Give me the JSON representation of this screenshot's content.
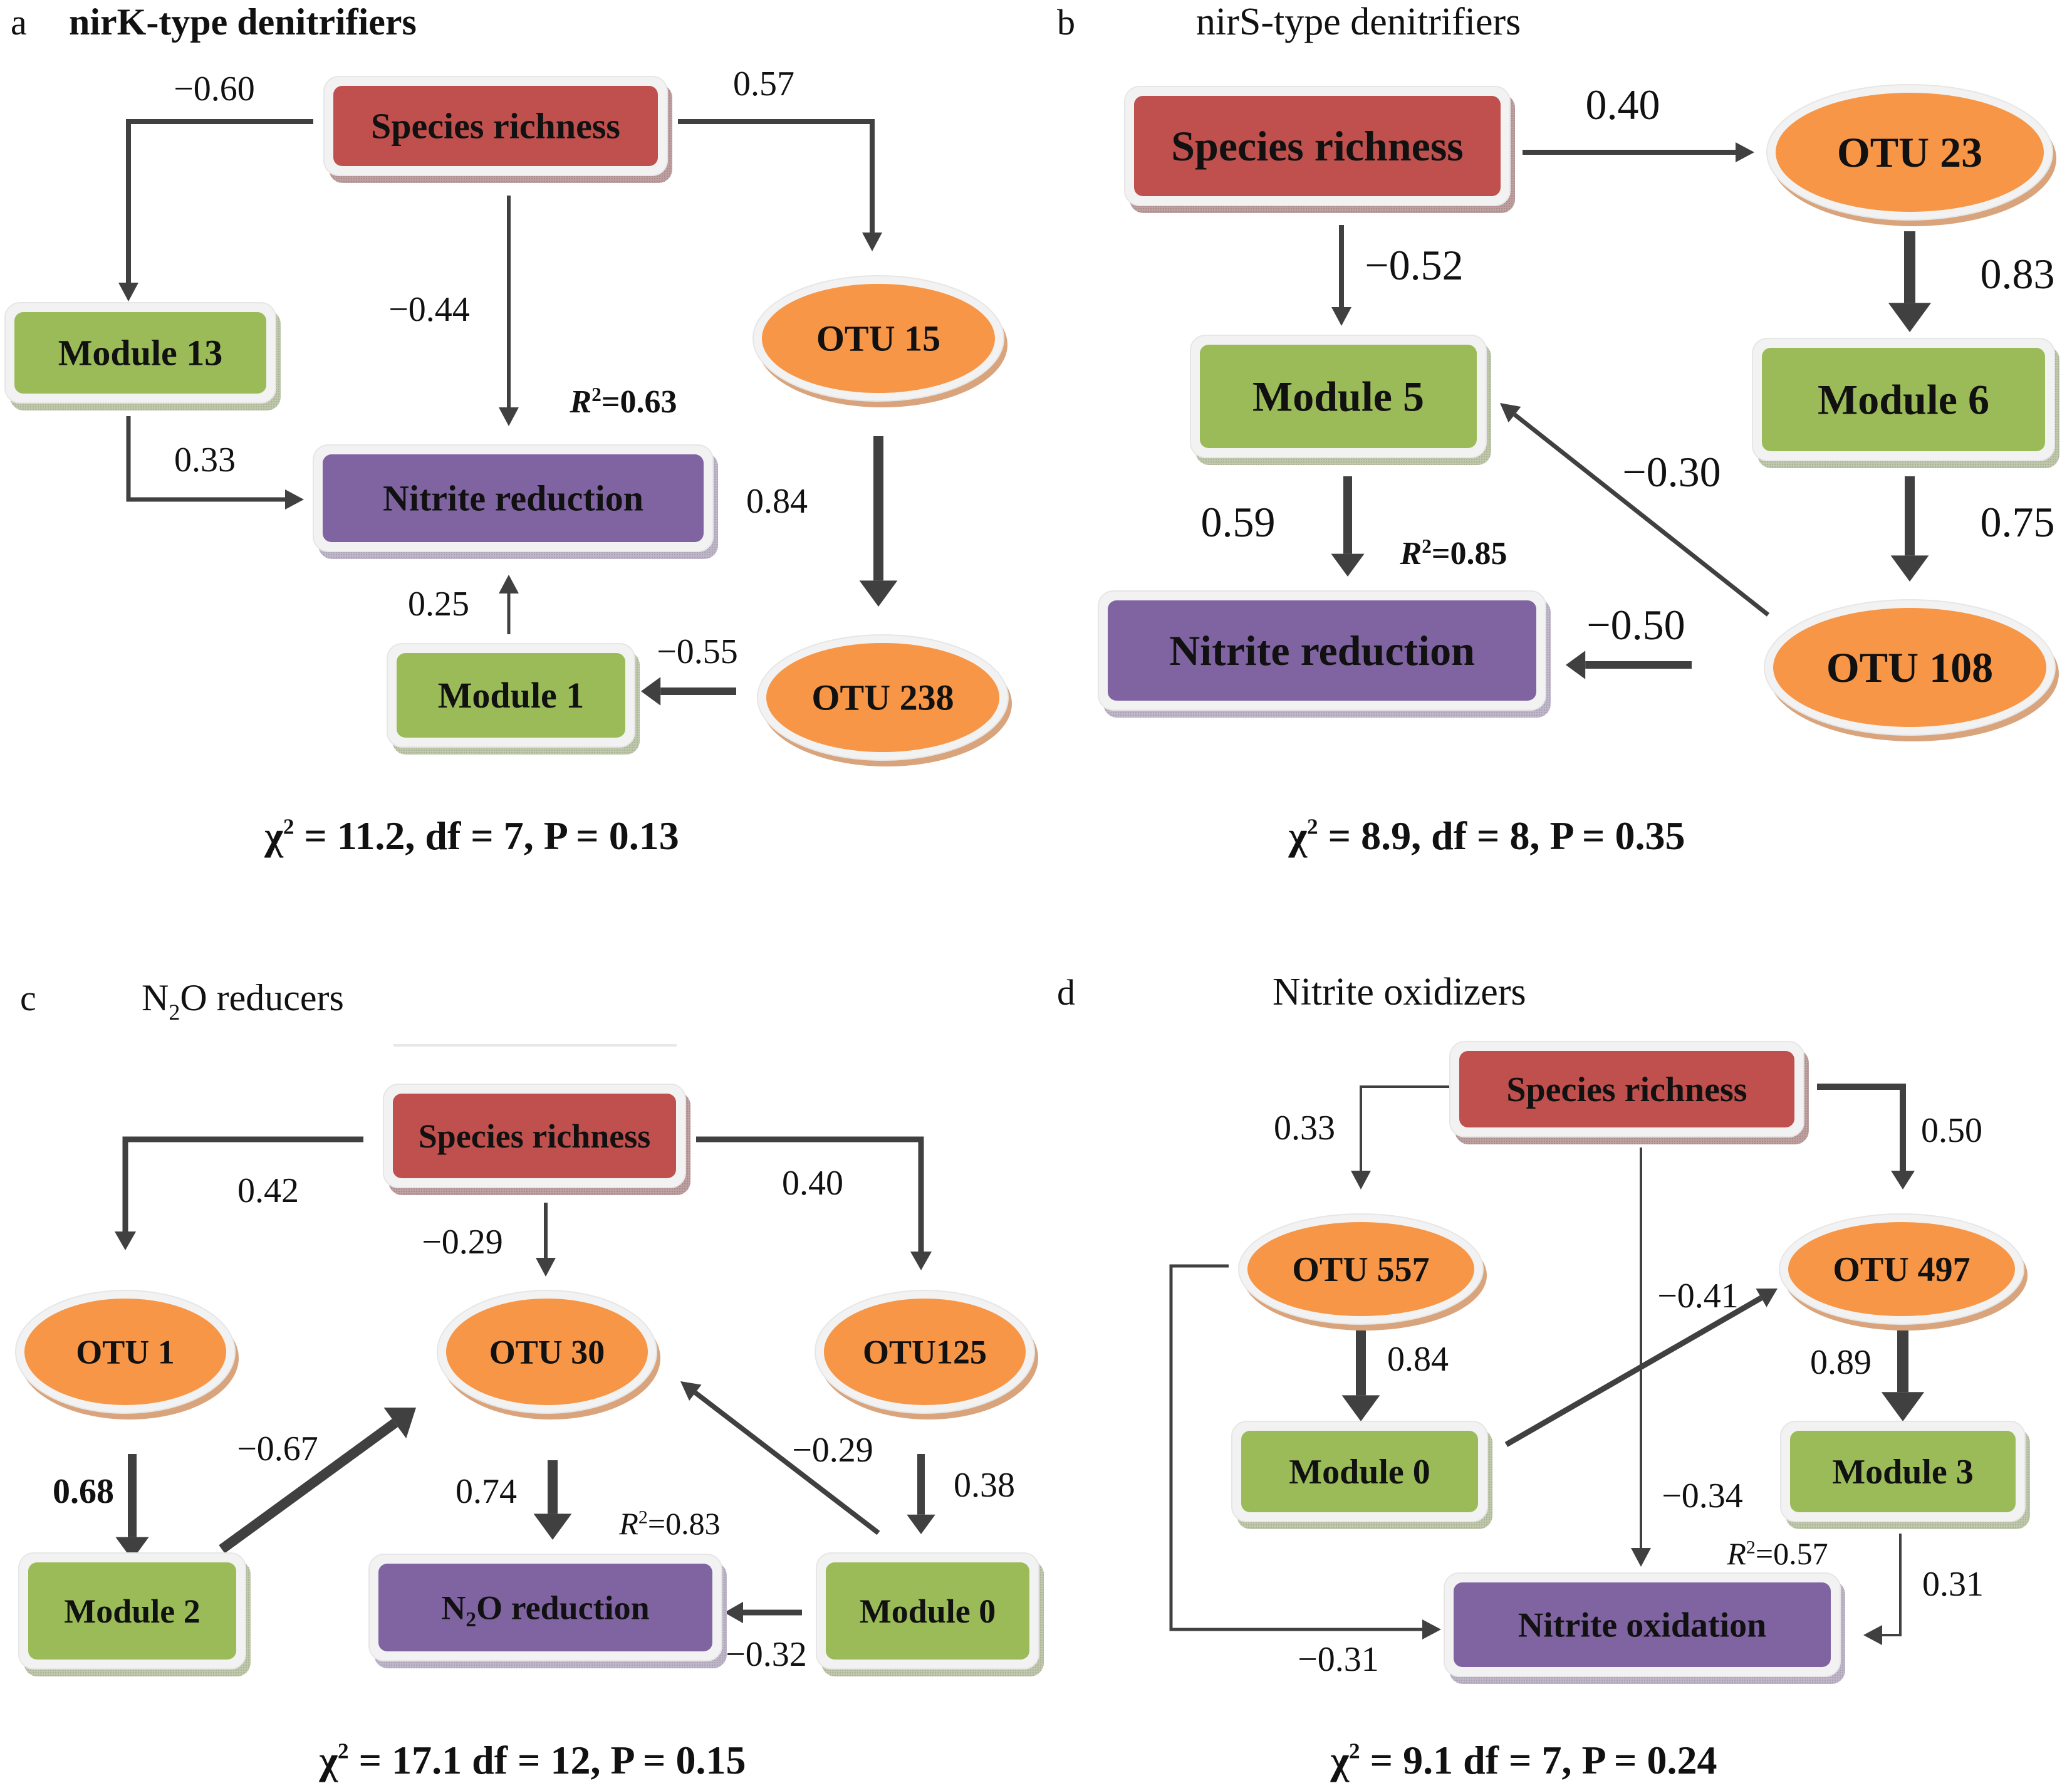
{
  "colors": {
    "richness": "#c0504d",
    "module": "#9bbb59",
    "otu": "#f79646",
    "function": "#8064a2",
    "arrow": "#404040",
    "frame": "#f2f2f2"
  },
  "panels": [
    {
      "id": "a",
      "letter": "a",
      "title": "nirK-type denitrifiers",
      "fit": {
        "chi_symbol": "χ",
        "chi_sup": "2",
        "text": " = 11.2, df = 7, P = 0.13"
      },
      "r2": {
        "label": "R",
        "sup": "2",
        "value": "=0.63"
      },
      "nodes": [
        {
          "id": "sr",
          "kind": "richness",
          "label": "Species richness"
        },
        {
          "id": "m13",
          "kind": "module",
          "label": "Module 13"
        },
        {
          "id": "nr",
          "kind": "function",
          "label": "Nitrite reduction"
        },
        {
          "id": "otu15",
          "kind": "otu",
          "label": "OTU 15"
        },
        {
          "id": "otu238",
          "kind": "otu",
          "label": "OTU 238"
        },
        {
          "id": "m1",
          "kind": "module",
          "label": "Module 1"
        }
      ],
      "edges": [
        {
          "from": "sr",
          "to": "m13",
          "coef": "−0.60"
        },
        {
          "from": "sr",
          "to": "otu15",
          "coef": "0.57"
        },
        {
          "from": "sr",
          "to": "nr",
          "coef": "−0.44"
        },
        {
          "from": "m13",
          "to": "nr",
          "coef": "0.33"
        },
        {
          "from": "otu15",
          "to": "otu238",
          "coef": "0.84"
        },
        {
          "from": "m1",
          "to": "nr",
          "coef": "0.25"
        },
        {
          "from": "otu238",
          "to": "m1",
          "coef": "−0.55"
        }
      ]
    },
    {
      "id": "b",
      "letter": "b",
      "title": "nirS-type denitrifiers",
      "fit": {
        "chi_symbol": "χ",
        "chi_sup": "2",
        "text": " = 8.9, df = 8, P = 0.35"
      },
      "r2": {
        "label": "R",
        "sup": "2",
        "value": "=0.85"
      },
      "nodes": [
        {
          "id": "sr",
          "kind": "richness",
          "label": "Species richness"
        },
        {
          "id": "otu23",
          "kind": "otu",
          "label": "OTU 23"
        },
        {
          "id": "m5",
          "kind": "module",
          "label": "Module 5"
        },
        {
          "id": "m6",
          "kind": "module",
          "label": "Module 6"
        },
        {
          "id": "nr",
          "kind": "function",
          "label": "Nitrite reduction"
        },
        {
          "id": "otu108",
          "kind": "otu",
          "label": "OTU 108"
        }
      ],
      "edges": [
        {
          "from": "sr",
          "to": "otu23",
          "coef": "0.40"
        },
        {
          "from": "sr",
          "to": "m5",
          "coef": "−0.52"
        },
        {
          "from": "otu23",
          "to": "m6",
          "coef": "0.83"
        },
        {
          "from": "m6",
          "to": "otu108",
          "coef": "0.75"
        },
        {
          "from": "m5",
          "to": "nr",
          "coef": "0.59"
        },
        {
          "from": "otu108",
          "to": "m5",
          "coef": "−0.30"
        },
        {
          "from": "otu108",
          "to": "nr",
          "coef": "−0.50"
        }
      ]
    },
    {
      "id": "c",
      "letter": "c",
      "title_pre": "N",
      "title_sub": "2",
      "title_post": "O reducers",
      "fit": {
        "chi_symbol": "χ",
        "chi_sup": "2",
        "text": " = 17.1 df = 12, P = 0.15"
      },
      "r2": {
        "label": "R",
        "sup": "2",
        "value": "=0.83"
      },
      "nodes": [
        {
          "id": "sr",
          "kind": "richness",
          "label": "Species richness"
        },
        {
          "id": "otu1",
          "kind": "otu",
          "label": "OTU 1"
        },
        {
          "id": "otu30",
          "kind": "otu",
          "label": "OTU 30"
        },
        {
          "id": "otu125",
          "kind": "otu",
          "label": "OTU125"
        },
        {
          "id": "m2",
          "kind": "module",
          "label": "Module 2"
        },
        {
          "id": "n2o",
          "kind": "function",
          "label_pre": "N",
          "label_sub": "2",
          "label_post": "O reduction"
        },
        {
          "id": "m0",
          "kind": "module",
          "label": "Module 0"
        }
      ],
      "edges": [
        {
          "from": "sr",
          "to": "otu1",
          "coef": "0.42"
        },
        {
          "from": "sr",
          "to": "otu125",
          "coef": "0.40"
        },
        {
          "from": "sr",
          "to": "otu30",
          "coef": "−0.29"
        },
        {
          "from": "otu1",
          "to": "m2",
          "coef": "0.68"
        },
        {
          "from": "m2",
          "to": "otu30",
          "coef": "−0.67"
        },
        {
          "from": "otu30",
          "to": "n2o",
          "coef": "0.74"
        },
        {
          "from": "m0",
          "to": "otu30",
          "coef": "−0.29"
        },
        {
          "from": "otu125",
          "to": "m0",
          "coef": "0.38"
        },
        {
          "from": "m0",
          "to": "n2o",
          "coef": "−0.32"
        }
      ]
    },
    {
      "id": "d",
      "letter": "d",
      "title": "Nitrite oxidizers",
      "fit": {
        "chi_symbol": "χ",
        "chi_sup": "2",
        "text": " = 9.1 df = 7, P = 0.24"
      },
      "r2": {
        "label": "R",
        "sup": "2",
        "value": "=0.57"
      },
      "nodes": [
        {
          "id": "sr",
          "kind": "richness",
          "label": "Species richness"
        },
        {
          "id": "otu557",
          "kind": "otu",
          "label": "OTU 557"
        },
        {
          "id": "otu497",
          "kind": "otu",
          "label": "OTU 497"
        },
        {
          "id": "m0",
          "kind": "module",
          "label": "Module 0"
        },
        {
          "id": "m3",
          "kind": "module",
          "label": "Module 3"
        },
        {
          "id": "no",
          "kind": "function",
          "label": "Nitrite oxidation"
        }
      ],
      "edges": [
        {
          "from": "sr",
          "to": "otu557",
          "coef": "0.33"
        },
        {
          "from": "sr",
          "to": "otu497",
          "coef": "0.50"
        },
        {
          "from": "sr",
          "to": "no",
          "coef": "−0.34"
        },
        {
          "from": "otu557",
          "to": "m0",
          "coef": "0.84"
        },
        {
          "from": "otu497",
          "to": "m3",
          "coef": "0.89"
        },
        {
          "from": "m0",
          "to": "otu497",
          "coef": "−0.41"
        },
        {
          "from": "otu557",
          "to": "no",
          "coef": "−0.31"
        },
        {
          "from": "m3",
          "to": "no",
          "coef": "0.31"
        }
      ]
    }
  ]
}
